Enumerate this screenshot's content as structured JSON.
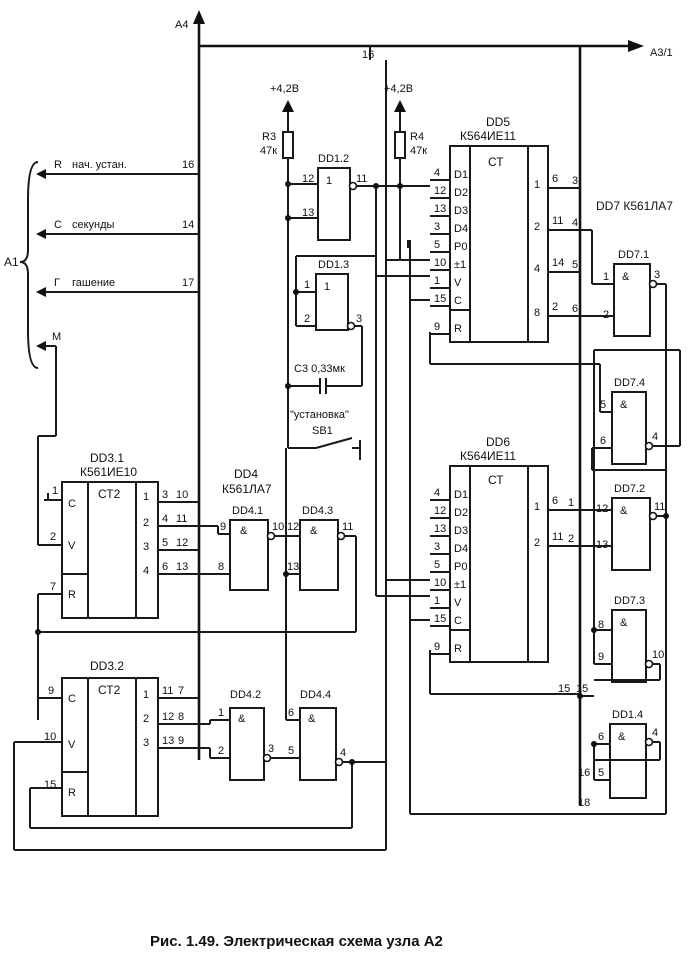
{
  "caption": "Рис. 1.49. Электрическая схема узла А2",
  "bus": {
    "top": "A4",
    "right": "A3/1",
    "pin_left": "16",
    "pin_right": "16"
  },
  "connector": {
    "name": "A1",
    "rows": [
      {
        "letter": "R",
        "label": "нач. устан.",
        "pin": "16"
      },
      {
        "letter": "С",
        "label": "секунды",
        "pin": "14"
      },
      {
        "letter": "Г",
        "label": "гашение",
        "pin": "17"
      },
      {
        "letter": "М",
        "label": "",
        "pin": ""
      }
    ]
  },
  "power": {
    "r3_label": "+4,2В",
    "r4_label": "+4,2В"
  },
  "resistors": [
    {
      "name": "R3",
      "value": "47к"
    },
    {
      "name": "R4",
      "value": "47к"
    }
  ],
  "capacitor": "С3 0,33мк",
  "switch": {
    "caption": "\"установка\"",
    "name": "SB1"
  },
  "gates": {
    "dd1_2": {
      "name": "DD1.2",
      "sym": "1",
      "in1": "12",
      "in2": "13",
      "out": "11"
    },
    "dd1_3": {
      "name": "DD1.3",
      "sym": "1",
      "in1": "1",
      "in2": "2",
      "out": "3"
    },
    "dd1_4": {
      "name": "DD1.4",
      "sym": "&",
      "in1": "6",
      "in2": "5",
      "out": "4"
    },
    "dd4": {
      "title": "DD4",
      "type": "К561ЛА7"
    },
    "dd4_1": {
      "name": "DD4.1",
      "sym": "&",
      "in1": "9",
      "in2": "8",
      "out": "10"
    },
    "dd4_2": {
      "name": "DD4.2",
      "sym": "&",
      "in1": "1",
      "in2": "2",
      "out": "3"
    },
    "dd4_3": {
      "name": "DD4.3",
      "sym": "&",
      "in1": "12",
      "in2": "13",
      "out": "11"
    },
    "dd4_4": {
      "name": "DD4.4",
      "sym": "&",
      "in1": "6",
      "in2": "5",
      "out": "4"
    },
    "dd7": {
      "title": "DD7 К561ЛА7"
    },
    "dd7_1": {
      "name": "DD7.1",
      "sym": "&",
      "in1": "1",
      "in2": "2",
      "out": "3"
    },
    "dd7_2": {
      "name": "DD7.2",
      "sym": "&",
      "in1": "12",
      "in2": "13",
      "out": "11"
    },
    "dd7_3": {
      "name": "DD7.3",
      "sym": "&",
      "in1": "8",
      "in2": "9",
      "out": "10"
    },
    "dd7_4": {
      "name": "DD7.4",
      "sym": "&",
      "in1": "5",
      "in2": "6",
      "out": "4"
    }
  },
  "counters": {
    "dd3_1": {
      "name": "DD3.1",
      "type": "К561ИЕ10",
      "ct": "СТ2",
      "in_c": "С",
      "in_v": "V",
      "in_r": "R",
      "pin_c": "1",
      "pin_v": "2",
      "pin_r": "7",
      "outs": [
        "1",
        "2",
        "3",
        "4"
      ],
      "pins": [
        "3",
        "4",
        "5",
        "6"
      ]
    },
    "dd3_2": {
      "name": "DD3.2",
      "type": "",
      "ct": "СТ2",
      "in_c": "С",
      "in_v": "V",
      "in_r": "R",
      "pin_c": "9",
      "pin_v": "10",
      "pin_r": "15",
      "outs": [
        "1",
        "2",
        "3"
      ],
      "pins": [
        "11",
        "12",
        "13"
      ]
    },
    "dd5": {
      "name": "DD5",
      "type": "К564ИЕ11",
      "ct": "СТ",
      "ins": [
        "D1",
        "D2",
        "D3",
        "D4",
        "P0",
        "±1",
        "V",
        "C",
        "R"
      ],
      "in_pins": [
        "4",
        "12",
        "13",
        "3",
        "5",
        "10",
        "1",
        "15",
        "9"
      ],
      "outs": [
        "1",
        "2",
        "4",
        "8"
      ],
      "out_pins": [
        "6",
        "11",
        "14",
        "2"
      ]
    },
    "dd6": {
      "name": "DD6",
      "type": "К564ИЕ11",
      "ct": "СТ",
      "ins": [
        "D1",
        "D2",
        "D3",
        "D4",
        "P0",
        "±1",
        "V",
        "C",
        "R"
      ],
      "in_pins": [
        "4",
        "12",
        "13",
        "3",
        "5",
        "10",
        "1",
        "15",
        "9"
      ],
      "outs": [
        "1",
        "2"
      ],
      "out_pins": [
        "6",
        "11"
      ]
    }
  },
  "wire_pins": {
    "dd3_1_to_dd4": [
      "10",
      "11",
      "12",
      "13"
    ],
    "dd3_2_to_dd4": [
      "7",
      "8",
      "9"
    ],
    "dd5_to_dd7": [
      "3",
      "4",
      "5",
      "6"
    ],
    "dd6_to_dd7": [
      "1",
      "2"
    ],
    "misc": [
      "15",
      "15",
      "16",
      "18"
    ]
  }
}
